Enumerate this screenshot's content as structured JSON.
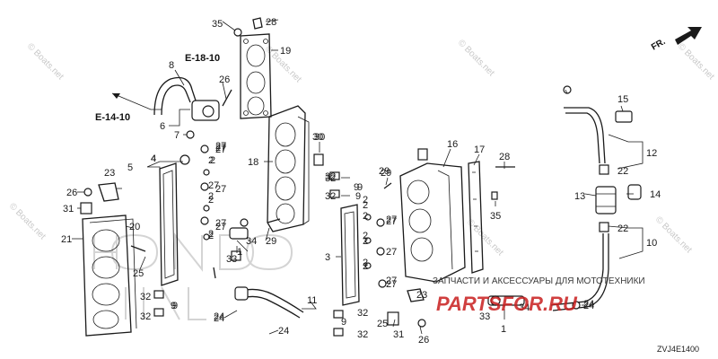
{
  "diagram": {
    "diagram_code": "ZVJ4E1400",
    "direction_label": "FR.",
    "cross_references": [
      "E-18-10",
      "E-14-10"
    ],
    "watermarks": [
      "© Boats.net",
      "© Boats.net",
      "© Boats.net",
      "© Boats.net",
      "© Boats.net",
      "© Boats.net",
      "© Boats.net"
    ],
    "reseller_banner": "ЗАПЧАСТИ И АКСЕССУАРЫ ДЛЯ МОТОТЕХНИКИ",
    "reseller_site": "PARTSFOR.RU",
    "callouts": [
      "35",
      "28",
      "19",
      "8",
      "26",
      "6",
      "7",
      "30",
      "16",
      "17",
      "28",
      "15",
      "12",
      "22",
      "13",
      "14",
      "22",
      "10",
      "24",
      "1",
      "2",
      "3",
      "4",
      "5",
      "9",
      "11",
      "18",
      "20",
      "21",
      "23",
      "25",
      "26",
      "27",
      "29",
      "31",
      "32",
      "33",
      "34",
      "35",
      "24",
      "25",
      "31",
      "26",
      "23",
      "33",
      "34",
      "24",
      "27",
      "29",
      "9",
      "32",
      "2",
      "27",
      "2",
      "27",
      "2",
      "27",
      "9",
      "32",
      "2",
      "27",
      "32",
      "9",
      "32",
      "27",
      "2",
      "27",
      "2",
      "27",
      "27",
      "27",
      "2",
      "2",
      "2",
      "2",
      "1",
      "29",
      "27",
      "32",
      "32",
      "9",
      "9",
      "24",
      "24",
      "30",
      "4",
      "2",
      "2"
    ]
  }
}
